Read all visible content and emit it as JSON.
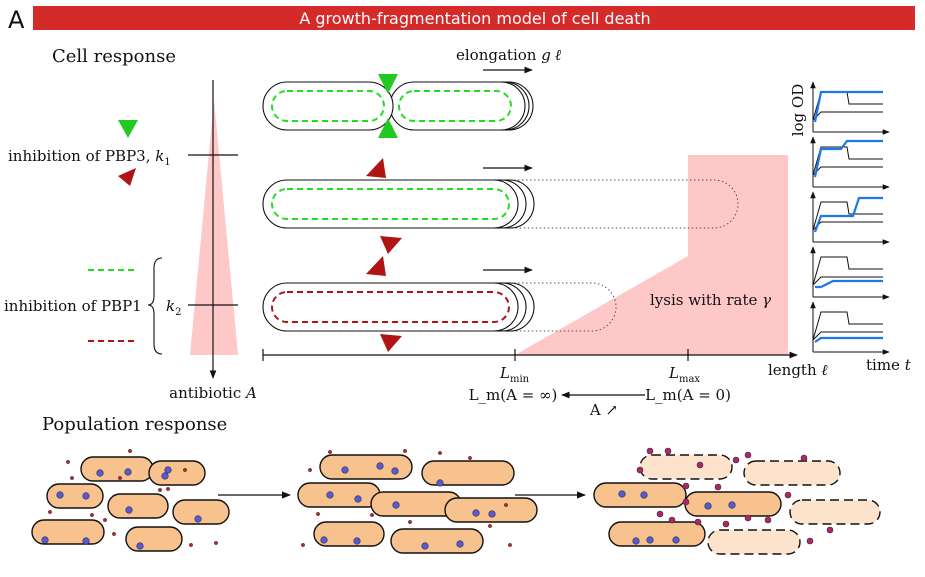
{
  "panel_letter": "A",
  "banner_title": "A growth-fragmentation model of cell death",
  "colors": {
    "banner": "#d42a2a",
    "pbp3_triangle": "#22c922",
    "pbp1_triangle": "#b01515",
    "green_dash": "#22dd22",
    "red_dash": "#b01515",
    "lysis_zone": "#ffc8c8",
    "od_curve": "#1e78e6",
    "cell_fill": "#f7c28e",
    "ghost_fill": "#fde3cb",
    "dot_red": "#e01818",
    "dot_blue": "#5858d8",
    "dot_purple": "#b0246a"
  },
  "cell_response": {
    "heading": "Cell response",
    "elongation": {
      "prefix": "elongation ",
      "var": "g",
      "sym": "ℓ"
    },
    "pbp3": {
      "prefix": "inhibition of PBP3, ",
      "var": "k",
      "sub": "1"
    },
    "pbp1": {
      "prefix": "inhibition of PBP1",
      "var": "k",
      "sub": "2"
    },
    "antibiotic": {
      "prefix": "antibiotic ",
      "var": "A"
    },
    "lmin": {
      "var": "L",
      "sub": "min"
    },
    "lmax": {
      "var": "L",
      "sub": "max"
    },
    "length_axis": {
      "prefix": "length ",
      "sym": "ℓ"
    },
    "lm_inf": "L_m(A = ∞)",
    "lm_zero": "L_m(A = 0)",
    "a_up": "A ↗",
    "lysis": {
      "prefix": "lysis with rate ",
      "sym": "γ"
    },
    "od_axis": "log OD",
    "time_axis": {
      "prefix": "time ",
      "var": "t"
    }
  },
  "population_response": {
    "heading": "Population response"
  }
}
